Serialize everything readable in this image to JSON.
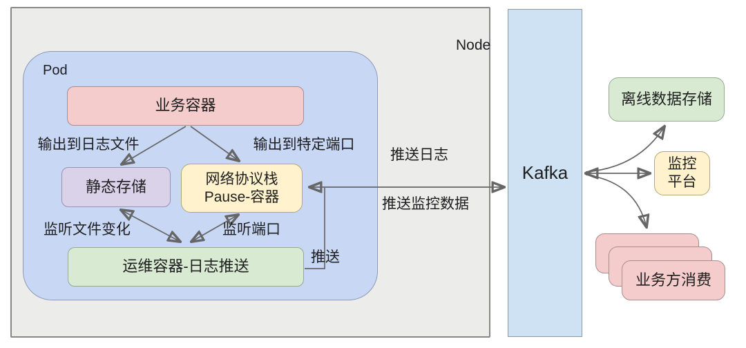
{
  "node": {
    "label": "Node"
  },
  "pod": {
    "label": "Pod"
  },
  "kafka": {
    "label": "Kafka"
  },
  "containers": {
    "business": "业务容器",
    "static_storage": "静态存储",
    "network_stack_line1": "网络协议栈",
    "network_stack_line2": "Pause-容器",
    "ops": "运维容器-日志推送"
  },
  "external": {
    "offline_storage": "离线数据存储",
    "monitor_line1": "监控",
    "monitor_line2": "平台",
    "consumer": "业务方消费"
  },
  "edges": {
    "to_log_file": "输出到日志文件",
    "to_specific_port": "输出到特定端口",
    "watch_file_changes": "监听文件变化",
    "listen_port": "监听端口",
    "push": "推送",
    "push_log": "推送日志",
    "push_monitor_data": "推送监控数据"
  },
  "colors": {
    "node_fill": "#ececeb",
    "pod_fill": "#c7d7f4",
    "kafka_fill": "#cfe2f3",
    "business_pink": "#f4cccc",
    "storage_purple": "#d9d2e9",
    "pause_yellow": "#fff2cc",
    "ops_green": "#d9ead3",
    "arrow_gray": "#666666"
  }
}
